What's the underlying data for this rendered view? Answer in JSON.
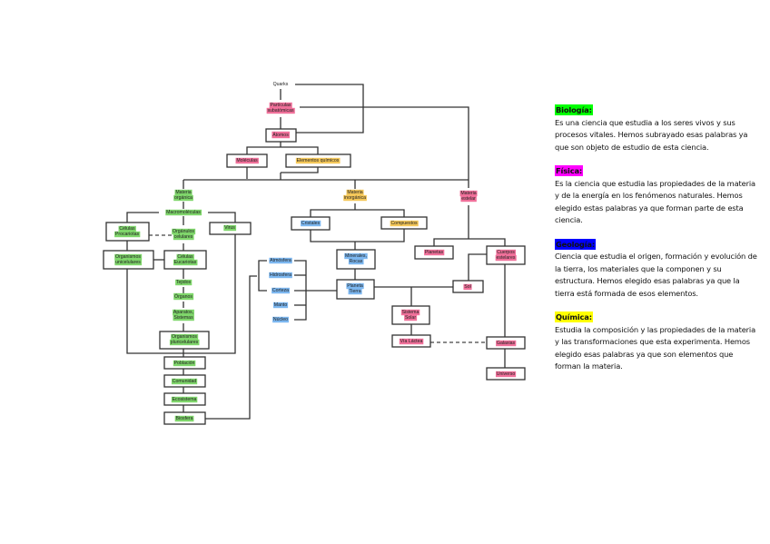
{
  "colors": {
    "biology": "#7fd66b",
    "physics": "#f0709a",
    "geology": "#7cb7f0",
    "chemistry": "#f5c85a",
    "legend_biology": "#00ff00",
    "legend_physics": "#ff00ff",
    "legend_geology": "#0000ff",
    "legend_chemistry": "#ffff00"
  },
  "nodes": {
    "quarks": "Quarks",
    "particulas": [
      "Partículas",
      "subatómicas"
    ],
    "atomos": "Átomos",
    "moleculas": "Moléculas",
    "elementos": "Elementos químicos",
    "materia_organica": [
      "Materia",
      "orgánica"
    ],
    "materia_inorganica": [
      "Materia",
      "inorgánica"
    ],
    "materia_estelar": [
      "Materia",
      "estelar"
    ],
    "macromoleculas": "Macromoléculas",
    "procariotas": [
      "Células",
      "Procariotas"
    ],
    "organulos": [
      "Orgánulos",
      "celulares"
    ],
    "virus": "Virus",
    "unicelulares": [
      "Organismos",
      "unicelulares"
    ],
    "eucariotas": [
      "Células",
      "Eucariotas"
    ],
    "tejidos": "Tejidos",
    "organos": "Órganos",
    "aparatos": [
      "Aparatos,",
      "Sistemas"
    ],
    "pluricelulares": [
      "Organismos",
      "pluricelulares"
    ],
    "poblacion": "Población",
    "comunidad": "Comunidad",
    "ecosistema": "Ecosistema",
    "biosfera": "Biosfera",
    "cristales": "Cristales",
    "compuestos": "Compuestos",
    "minerales": [
      "Minerales,",
      "Rocas"
    ],
    "planeta_tierra": [
      "Planeta",
      "Tierra"
    ],
    "atmosfera": "Atmósfera",
    "hidrosfera": "Hidrosfera",
    "corteza": "Corteza",
    "manto": "Manto",
    "nucleo": "Núcleo",
    "planetas": "Planetas",
    "cuerpos": [
      "Cuerpos",
      "estelares"
    ],
    "sol": "Sol",
    "sistema_solar": [
      "Sistema",
      "Solar"
    ],
    "via_lactea": "Vía Láctea",
    "galaxias": "Galaxias",
    "universo": "Universo"
  },
  "legend": {
    "biologia": {
      "title": "Biología:",
      "body": "Es una ciencia que estudia a los seres vivos y sus procesos vitales. Hemos subrayado esas palabras ya que son objeto de estudio de esta ciencia."
    },
    "fisica": {
      "title": "Física:",
      "body": "Es la ciencia que estudia las propiedades de la materia y de la energía en los fenómenos naturales. Hemos elegido estas palabras ya que forman parte de esta ciencia."
    },
    "geologia": {
      "title": "Geología:",
      "body": "Ciencia que estudia el origen, formación y evolución de la tierra, los materiales que la componen y su estructura. Hemos elegido esas palabras ya que la tierra está formada de esos elementos."
    },
    "quimica": {
      "title": "Química:",
      "body": "Estudia la composición y las propiedades de la materia y las transformaciones que esta experimenta. Hemos elegido esas palabras ya que son elementos que forman la materia."
    }
  }
}
